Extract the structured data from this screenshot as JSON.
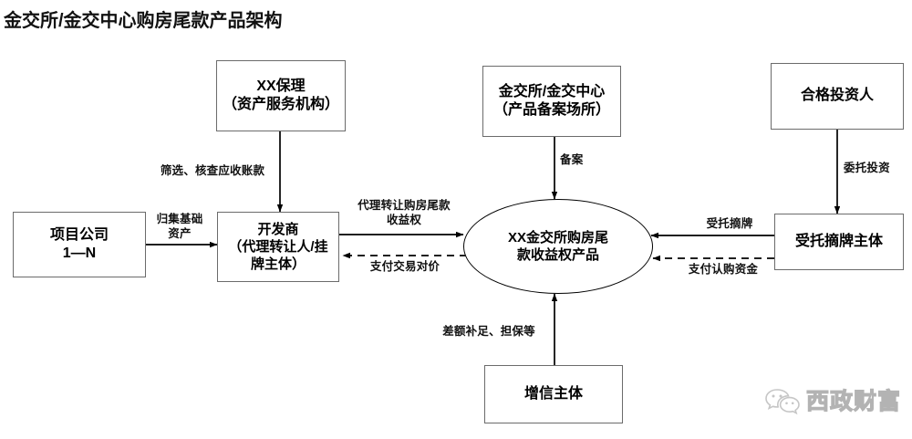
{
  "title": "金交所/金交中心购房尾款产品架构",
  "diagram": {
    "type": "flow-architecture-diagram",
    "nodes": [
      {
        "id": "xx-baoli",
        "shape": "rect",
        "label": "XX保理\n（资产服务机构）"
      },
      {
        "id": "jinjiaosuo",
        "shape": "rect",
        "label": "金交所/金交中心\n（产品备案场所）"
      },
      {
        "id": "hege-touzi-ren",
        "shape": "rect",
        "label": "合格投资人"
      },
      {
        "id": "xiangmu-gongsi",
        "shape": "rect",
        "label": "项目公司\n1—N"
      },
      {
        "id": "kaifashang",
        "shape": "rect",
        "label": "开发商\n（代理转让人/挂\n牌主体）"
      },
      {
        "id": "chanpin",
        "shape": "ellipse",
        "label": "XX金交所购房尾\n款收益权产品"
      },
      {
        "id": "shoutuo-zhaipai",
        "shape": "rect",
        "label": "受托摘牌主体"
      },
      {
        "id": "zengxin-zhuti",
        "shape": "rect",
        "label": "增信主体"
      }
    ],
    "edges": [
      {
        "id": "e1",
        "from": "xx-baoli",
        "to": "kaifashang",
        "label": "筛选、核查应收账款",
        "style": "solid",
        "direction": "down"
      },
      {
        "id": "e2",
        "from": "xiangmu-gongsi",
        "to": "kaifashang",
        "label": "归集基础\n资产",
        "style": "solid",
        "direction": "right"
      },
      {
        "id": "e3",
        "from": "kaifashang",
        "to": "chanpin",
        "label": "代理转让购房尾款\n收益权",
        "style": "solid",
        "direction": "right"
      },
      {
        "id": "e4",
        "from": "chanpin",
        "to": "kaifashang",
        "label": "支付交易对价",
        "style": "dashed",
        "direction": "left"
      },
      {
        "id": "e5",
        "from": "jinjiaosuo",
        "to": "chanpin",
        "label": "备案",
        "style": "solid",
        "direction": "down"
      },
      {
        "id": "e6",
        "from": "hege-touzi-ren",
        "to": "shoutuo-zhaipai",
        "label": "委托投资",
        "style": "solid",
        "direction": "down"
      },
      {
        "id": "e7",
        "from": "shoutuo-zhaipai",
        "to": "chanpin",
        "label": "受托摘牌",
        "style": "solid",
        "direction": "left"
      },
      {
        "id": "e8",
        "from": "shoutuo-zhaipai",
        "to": "chanpin",
        "label": "支付认购资金",
        "style": "dashed",
        "direction": "left"
      },
      {
        "id": "e9",
        "from": "zengxin-zhuti",
        "to": "chanpin",
        "label": "差额补足、担保等",
        "style": "solid",
        "direction": "up"
      }
    ]
  },
  "watermark": {
    "brand": "西政财富",
    "icon": "wechat-icon"
  },
  "colors": {
    "box_border": "#6b6b6b",
    "ellipse_border": "#000000",
    "line": "#000000",
    "text": "#000000",
    "background": "#ffffff"
  }
}
